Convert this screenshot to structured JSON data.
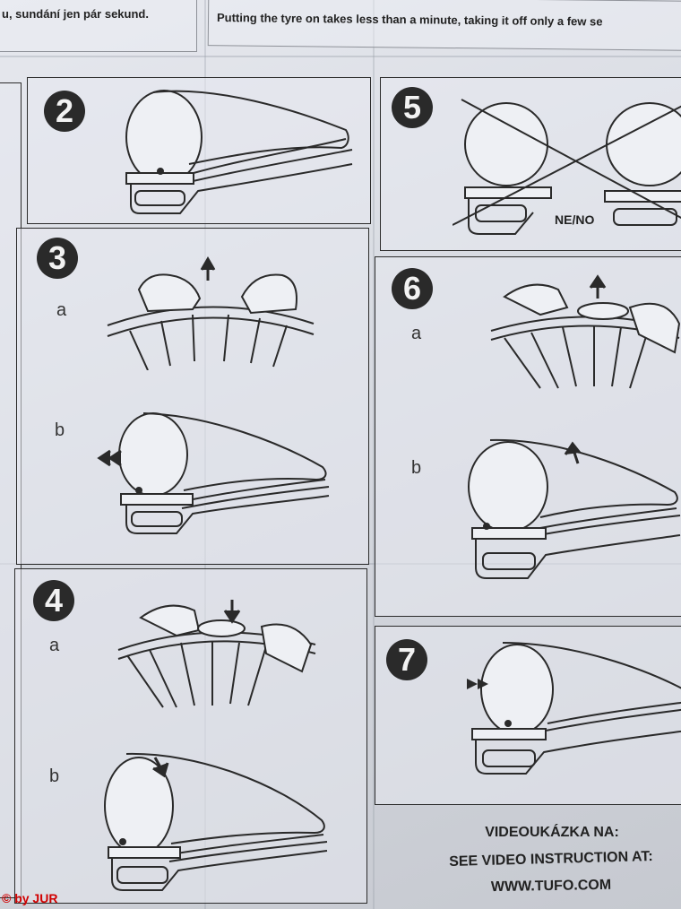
{
  "header": {
    "left_text": "u, sundání jen pár sekund.",
    "right_text": "Putting the tyre on takes less than a minute, taking it off only a few se"
  },
  "steps": [
    {
      "number": "2"
    },
    {
      "number": "3",
      "sub_a": "a",
      "sub_b": "b"
    },
    {
      "number": "4",
      "sub_a": "a",
      "sub_b": "b"
    },
    {
      "number": "5",
      "caption": "NE/NO"
    },
    {
      "number": "6",
      "sub_a": "a",
      "sub_b": "b"
    },
    {
      "number": "7"
    }
  ],
  "video": {
    "line1": "VIDEOUKÁZKA NA:",
    "line2": "SEE VIDEO INSTRUCTION AT:",
    "line3": "WWW.TUFO.COM"
  },
  "credit": "© by JUR"
}
